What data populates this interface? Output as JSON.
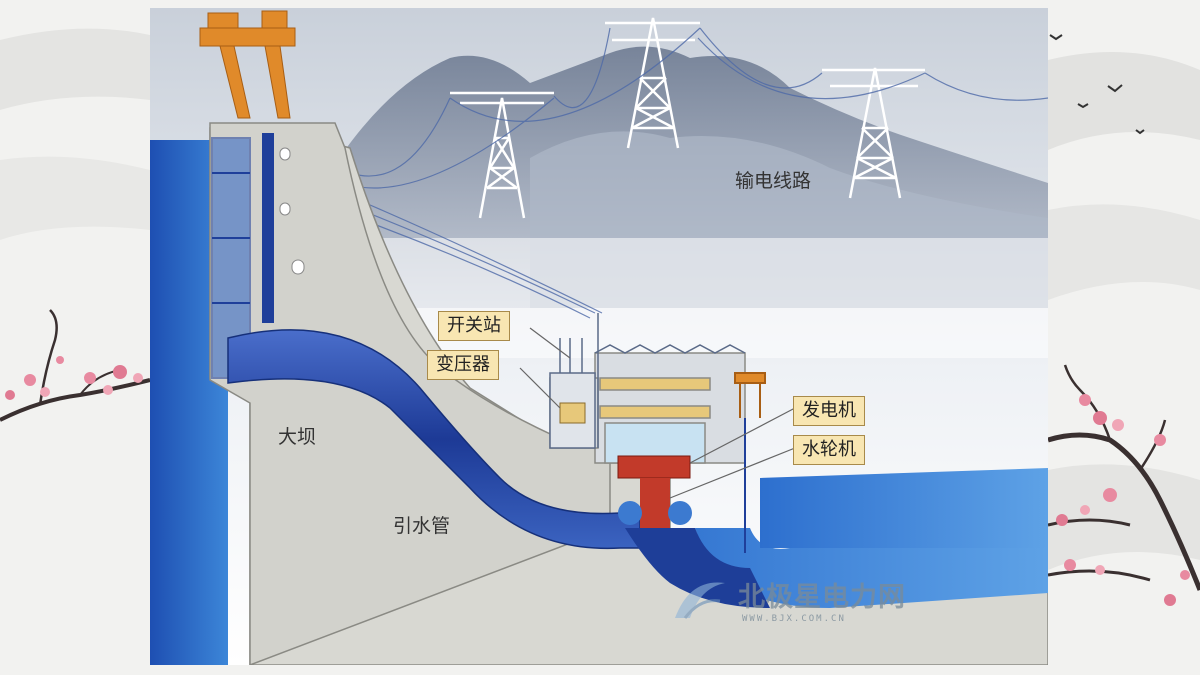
{
  "labels": {
    "transmission_line": "输电线路",
    "dam": "大坝",
    "penstock": "引水管"
  },
  "tags": {
    "switch_station": "开关站",
    "transformer": "变压器",
    "generator": "发电机",
    "turbine": "水轮机"
  },
  "watermark": {
    "name_cn": "北极星电力网",
    "site": "WWW.BJX.COM.CN"
  },
  "colors": {
    "water_dark": "#1f3f9a",
    "water_light": "#3d7fd6",
    "concrete": "#d9d9d3",
    "crane": "#e08a2a",
    "turbine": "#c23a2a",
    "tag_fill": "#f8e6b2"
  }
}
